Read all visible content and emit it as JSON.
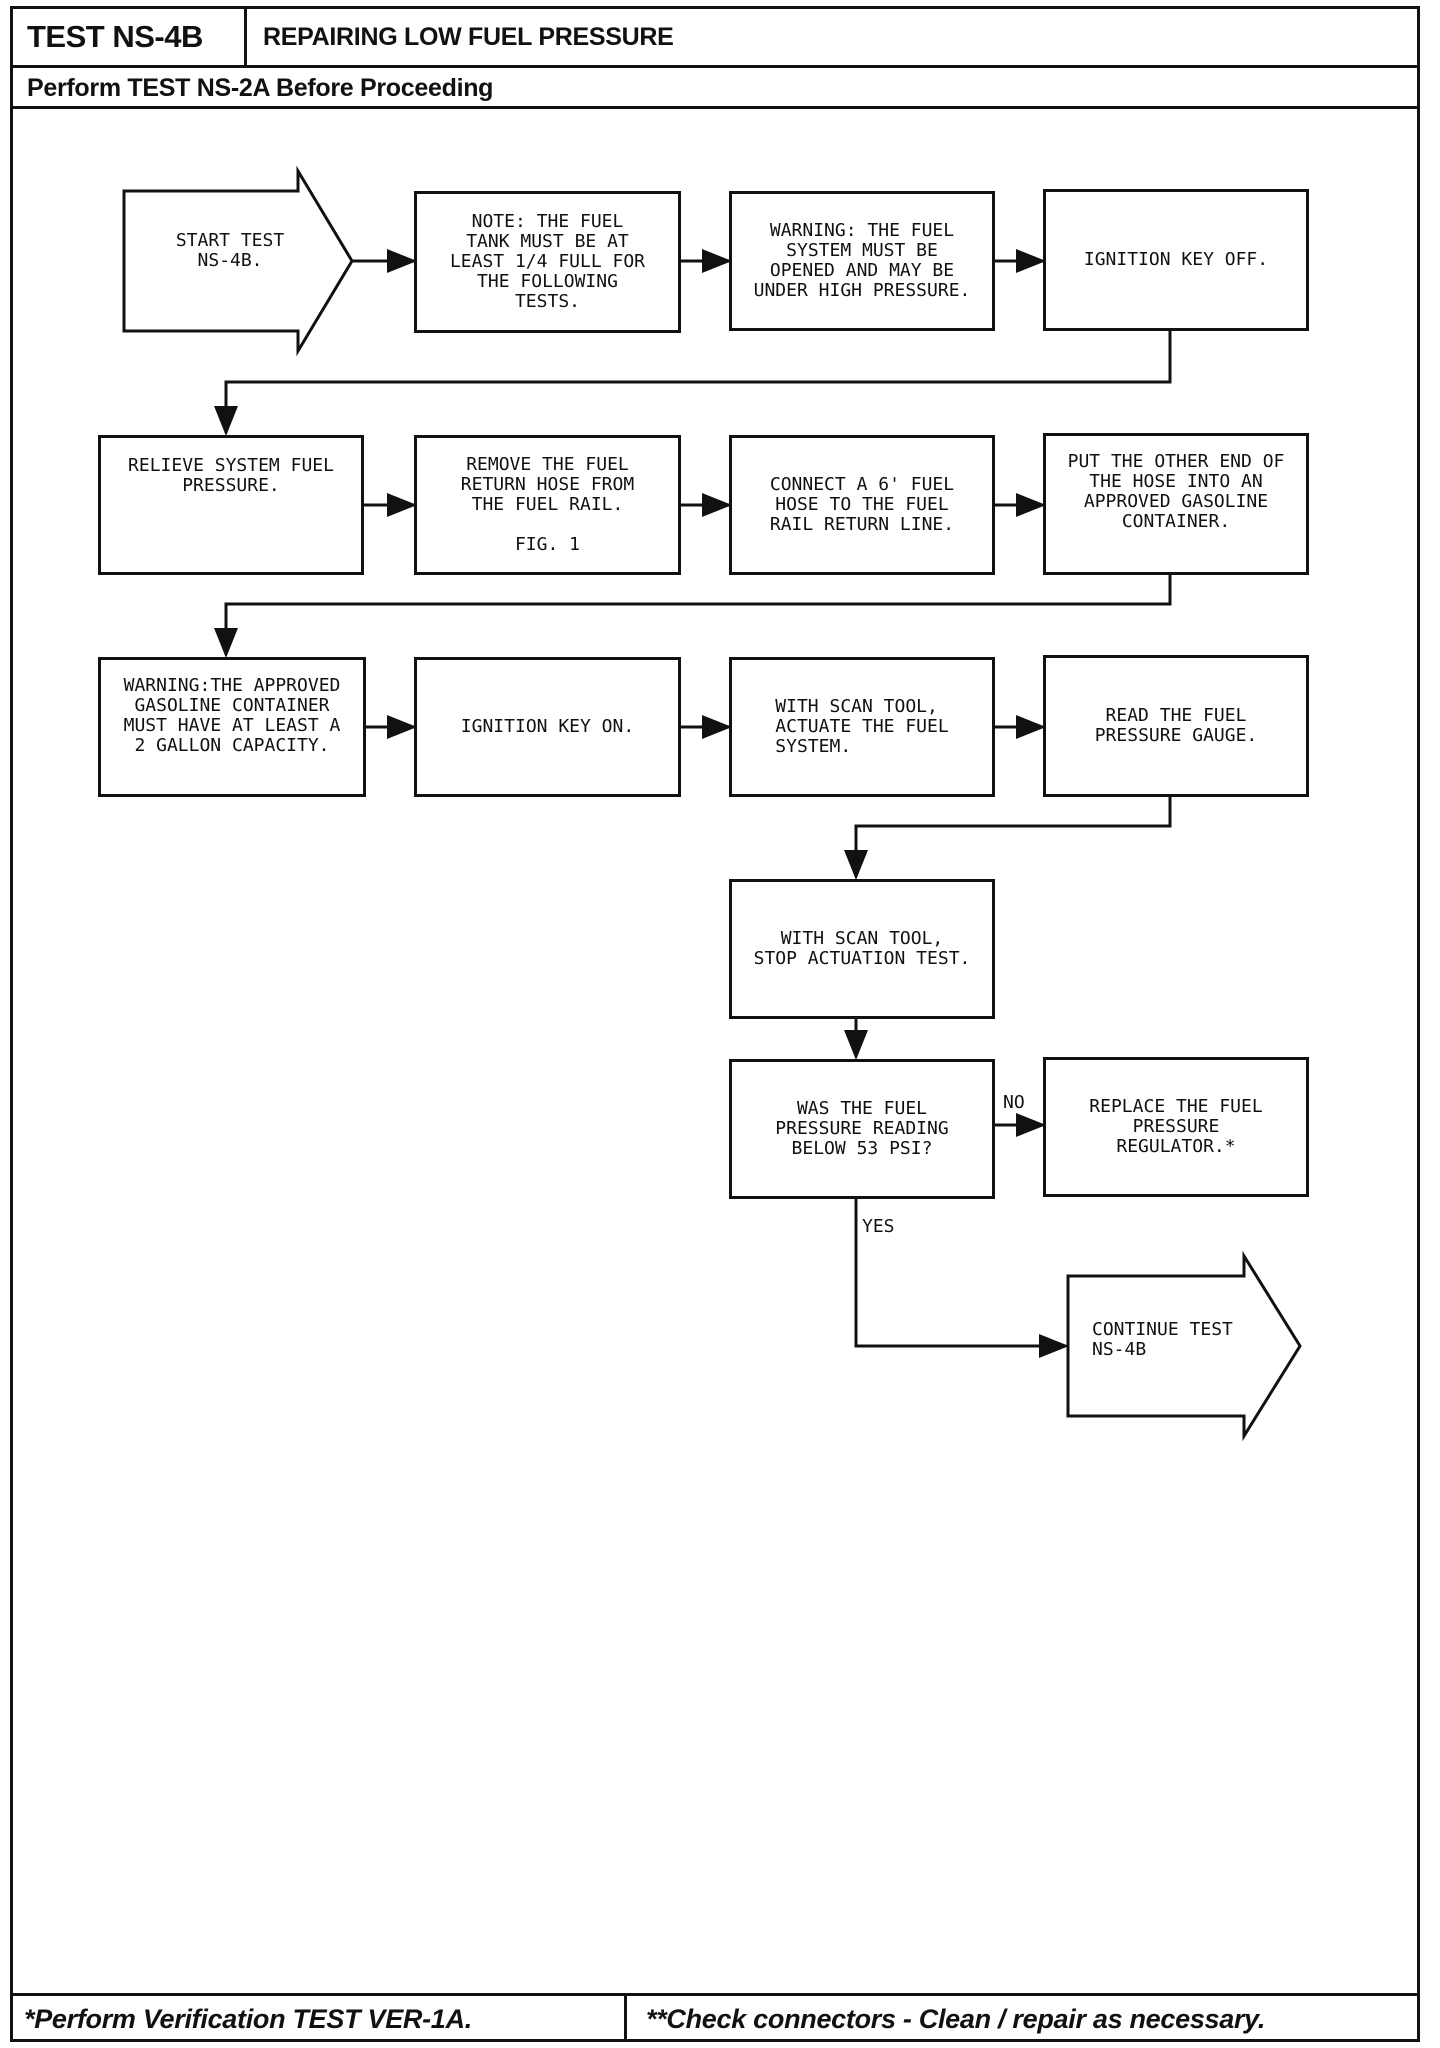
{
  "header": {
    "test_id": "TEST NS-4B",
    "test_title": "REPAIRING LOW FUEL PRESSURE",
    "prerequisite": "Perform TEST NS-2A Before Proceeding"
  },
  "flowchart": {
    "start": "START TEST\nNS-4B.",
    "row1": [
      "NOTE: THE FUEL\nTANK MUST BE AT\nLEAST 1/4 FULL FOR\nTHE FOLLOWING\nTESTS.",
      "WARNING: THE FUEL\nSYSTEM MUST BE\nOPENED AND MAY BE\nUNDER HIGH PRESSURE.",
      "IGNITION KEY OFF."
    ],
    "row2": [
      "RELIEVE SYSTEM FUEL\nPRESSURE.",
      "REMOVE THE FUEL\nRETURN HOSE FROM\nTHE FUEL RAIL.\n\nFIG. 1",
      "CONNECT A 6' FUEL\nHOSE TO THE FUEL\nRAIL RETURN LINE.",
      "PUT THE OTHER END OF\nTHE HOSE INTO AN\nAPPROVED GASOLINE\nCONTAINER."
    ],
    "row3": [
      "WARNING:THE APPROVED\nGASOLINE CONTAINER\nMUST HAVE AT LEAST A\n2 GALLON CAPACITY.",
      "IGNITION KEY ON.",
      "WITH SCAN TOOL,\nACTUATE THE FUEL\nSYSTEM.",
      "READ THE FUEL\nPRESSURE GAUGE."
    ],
    "stop_actuation": "WITH SCAN TOOL,\nSTOP ACTUATION TEST.",
    "decision": "WAS THE FUEL\nPRESSURE READING\nBELOW 53 PSI?",
    "no_label": "NO",
    "yes_label": "YES",
    "no_action": "REPLACE THE FUEL\nPRESSURE\nREGULATOR.*",
    "continue": "CONTINUE TEST\nNS-4B"
  },
  "footer": {
    "left": "*Perform Verification TEST VER-1A.",
    "right": "**Check connectors - Clean / repair as necessary."
  }
}
